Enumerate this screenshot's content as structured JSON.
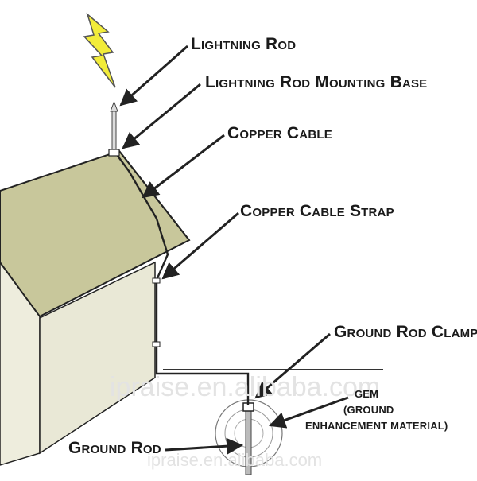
{
  "labels": {
    "lightning_rod": "Lightning Rod",
    "mounting_base": "Lightning Rod Mounting Base",
    "copper_cable": "Copper Cable",
    "cable_strap": "Copper Cable Strap",
    "ground_rod_clamp": "Ground Rod Clamp",
    "gem": "GEM",
    "gem_detail_1": "(GROUND",
    "gem_detail_2": "ENHANCEMENT MATERIAL)",
    "ground_rod": "Ground Rod"
  },
  "watermarks": {
    "center": "ipraise.en.alibaba.com",
    "bottom": "ipraise.en.alibaba.com"
  },
  "colors": {
    "roof": "#c8c79b",
    "wall": "#eeeddd",
    "bolt": "#f2ec3a",
    "line": "#222222"
  },
  "icons": {
    "bolt": "lightning-bolt-icon"
  }
}
